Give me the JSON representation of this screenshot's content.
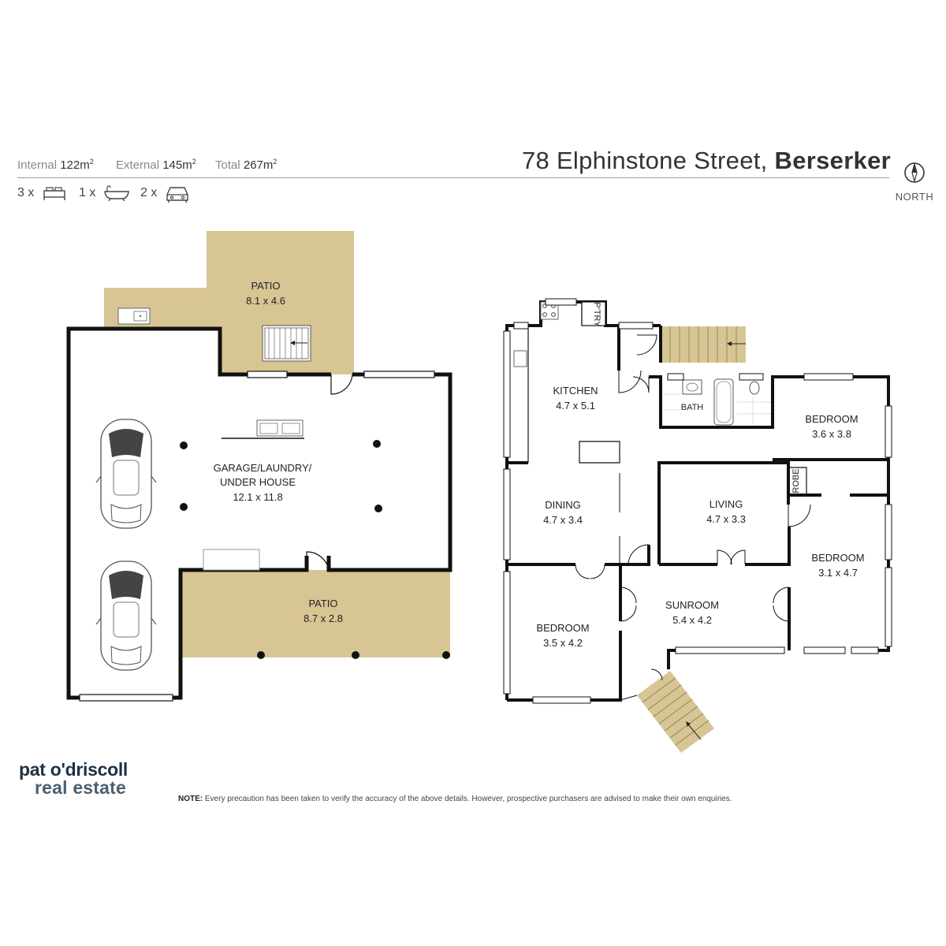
{
  "header": {
    "stats": [
      {
        "label": "Internal",
        "value": "122m",
        "sup": "2"
      },
      {
        "label": "External",
        "value": "145m",
        "sup": "2"
      },
      {
        "label": "Total",
        "value": "267m",
        "sup": "2"
      }
    ],
    "counts": [
      {
        "count": "3 x",
        "icon": "bed-icon"
      },
      {
        "count": "1 x",
        "icon": "bathtub-icon"
      },
      {
        "count": "2 x",
        "icon": "car-icon"
      }
    ],
    "address_street": "78 Elphinstone Street,",
    "address_suburb": "Berserker",
    "compass_label": "NORTH"
  },
  "lower_floor": {
    "rooms": [
      {
        "name": "PATIO",
        "dims": "8.1 x 4.6"
      },
      {
        "name": "GARAGE/LAUNDRY/",
        "name2": "UNDER HOUSE",
        "dims": "12.1 x 11.8"
      },
      {
        "name": "PATIO",
        "dims": "8.7 x 2.8"
      }
    ]
  },
  "upper_floor": {
    "rooms": [
      {
        "name": "KITCHEN",
        "dims": "4.7 x 5.1"
      },
      {
        "name": "BATH"
      },
      {
        "name": "BEDROOM",
        "dims": "3.6 x 3.8"
      },
      {
        "name": "DINING",
        "dims": "4.7 x 3.4"
      },
      {
        "name": "LIVING",
        "dims": "4.7 x 3.3"
      },
      {
        "name": "ROBE"
      },
      {
        "name": "BEDROOM",
        "dims": "3.1 x 4.7"
      },
      {
        "name": "SUNROOM",
        "dims": "5.4 x 4.2"
      },
      {
        "name": "BEDROOM",
        "dims": "3.5 x 4.2"
      },
      {
        "name": "P'TRY"
      }
    ]
  },
  "colors": {
    "patio_fill": "#d8c594",
    "wall": "#111111",
    "logo_dark": "#1c3146",
    "logo_light": "#4a5f70"
  },
  "footer": {
    "logo_line1": "pat o'driscoll",
    "logo_line2": "real estate",
    "note_label": "NOTE:",
    "note_text": " Every precaution has been taken to verify the accuracy of the above details. However, prospective purchasers are advised to make their own enquiries."
  }
}
